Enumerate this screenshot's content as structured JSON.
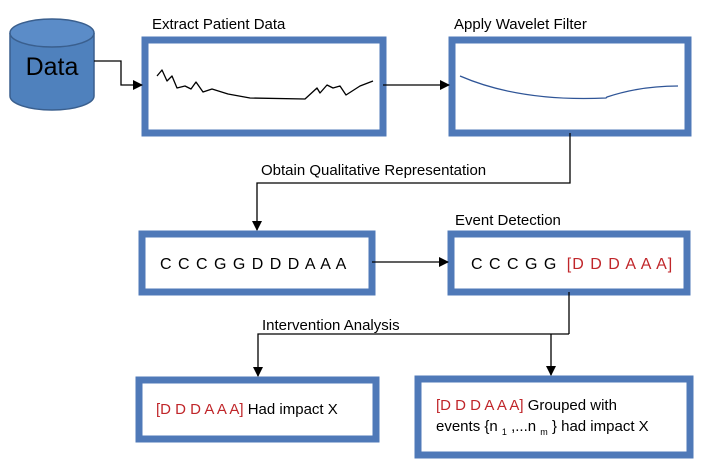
{
  "colors": {
    "box_border": "#4f79b8",
    "box_fill": "#ffffff",
    "database_fill": "#4f81bd",
    "database_stroke": "#3a5f8e",
    "highlight_text": "#c0262a",
    "raw_signal_line": "#000000",
    "filtered_signal_line": "#2f5597"
  },
  "database": {
    "label": "Data",
    "icon": "database-cylinder-icon"
  },
  "steps": {
    "extract": {
      "label": "Extract Patient Data"
    },
    "filter": {
      "label": "Apply Wavelet Filter"
    },
    "qualitative": {
      "label": "Obtain Qualitative Representation"
    },
    "event_detection": {
      "label": "Event Detection"
    },
    "intervention": {
      "label": "Intervention Analysis"
    }
  },
  "sequences": {
    "full": "C C C G G D D D A A A",
    "event_prefix": "C C C G G",
    "event_highlight": "[D D D A A A]"
  },
  "results": {
    "single": {
      "highlight": "[D D D A A A]",
      "text": " Had impact X"
    },
    "grouped": {
      "highlight": "[D D D A A A]",
      "text_line1": " Grouped with",
      "text_line2_prefix": "events {n",
      "sub1": "1",
      "mid": ",...n",
      "sub2": "m",
      "text_line2_suffix": "} had impact X"
    }
  }
}
